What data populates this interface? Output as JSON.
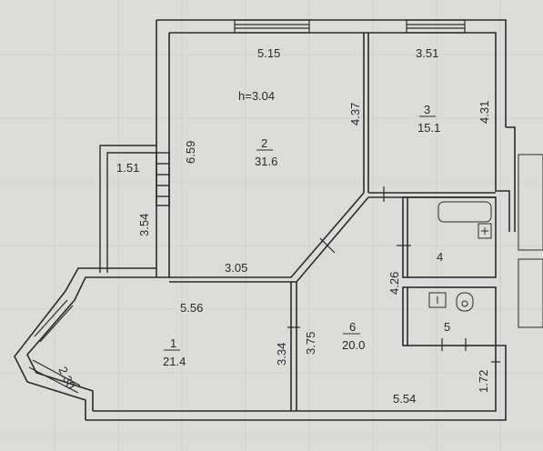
{
  "plan": {
    "ceiling_height": "h=3.04",
    "rooms": [
      {
        "number": "1",
        "area": "21.4"
      },
      {
        "number": "2",
        "area": "31.6"
      },
      {
        "number": "3",
        "area": "15.1"
      },
      {
        "number": "4",
        "area": ""
      },
      {
        "number": "5",
        "area": ""
      },
      {
        "number": "6",
        "area": "20.0"
      }
    ],
    "dimensions": {
      "room2_top": "5.15",
      "room2_right": "4.37",
      "room2_left": "6.59",
      "room2_bottom": "3.05",
      "room3_top": "3.51",
      "room3_right": "4.31",
      "balcony_width": "1.51",
      "balcony_height": "3.54",
      "room1_top": "5.56",
      "room1_bay": "2.30",
      "room1_right": "3.34",
      "room6_left": "3.75",
      "room6_right": "4.26",
      "room6_bottom": "5.54",
      "corridor_right": "1.72"
    },
    "colors": {
      "paper": "#dcdcda",
      "wall": "#2b2b2b",
      "line": "#333333"
    }
  }
}
